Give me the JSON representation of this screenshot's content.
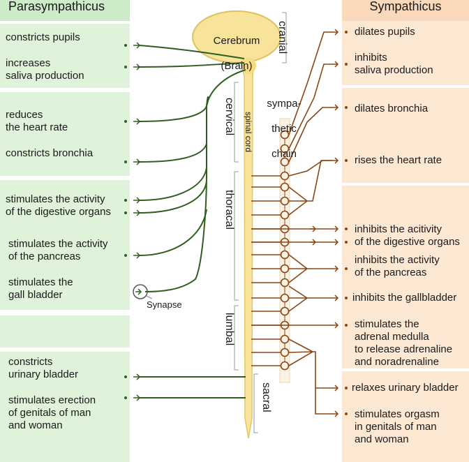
{
  "header": {
    "para": "Parasympathicus",
    "sym": "Sympathicus"
  },
  "brain": {
    "line1": "Cerebrum",
    "line2": "(Brain)"
  },
  "regions": {
    "cranial": "cranial",
    "cervical": "cervical",
    "thoracal": "thoracal",
    "lumbal": "lumbal",
    "sacral": "sacral"
  },
  "spinal_cord": "spinal cord",
  "chain": {
    "line1": "sympa-",
    "line2": "thetic",
    "line3": "chain"
  },
  "synapse": "Synapse",
  "para_effects": [
    "constricts pupils",
    "increases\nsaliva production",
    "reduces\nthe heart rate",
    "constricts bronchia",
    "stimulates the activity\nof the digestive organs",
    "stimulates the activity\nof the pancreas",
    "stimulates the\ngall bladder",
    "constricts\nurinary bladder",
    "stimulates erection\nof genitals of man\nand woman"
  ],
  "sym_effects": [
    "dilates pupils",
    "inhibits\nsaliva production",
    "dilates bronchia",
    "rises the heart rate",
    "inhibits the acitivity\nof the digestive organs",
    "inhibits the activity\nof the pancreas",
    "inhibits the gallbladder",
    "stimulates the\nadrenal medulla\nto release adrenaline\nand noradrenaline",
    "relaxes urinary bladder",
    "stimulates orgasm\nin genitals of man\nand woman"
  ],
  "colors": {
    "para_panel": "#dff2da",
    "sym_panel": "#fde8d3",
    "para_nerve": "#2f5e1f",
    "sym_nerve": "#8b4513",
    "cord": "#f5e59a"
  }
}
